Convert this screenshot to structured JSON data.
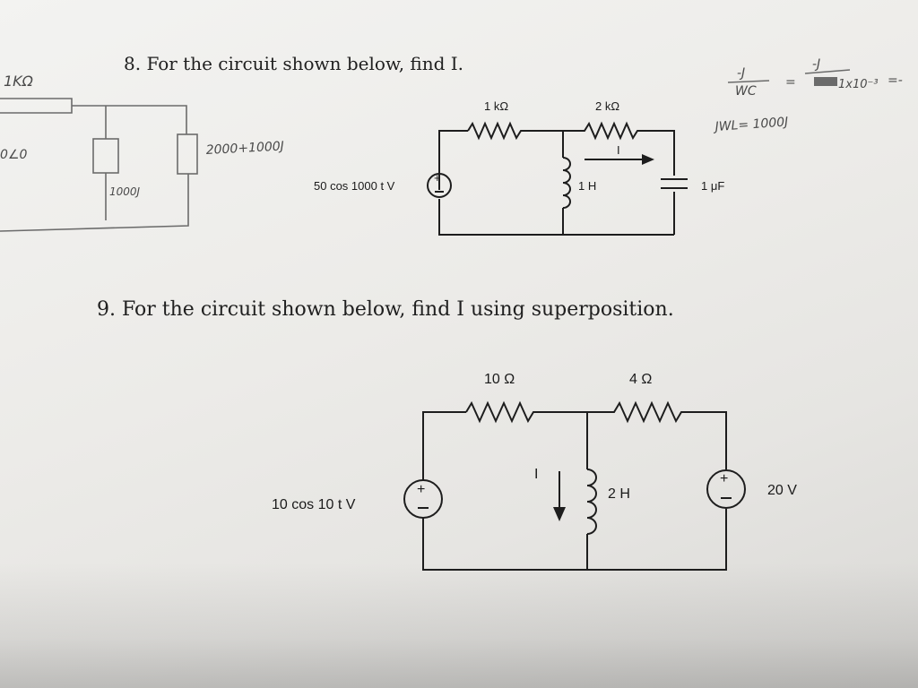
{
  "questions": {
    "q8": "8. For the circuit shown below, find I.",
    "q9": "9. For the circuit shown below, find I using superposition."
  },
  "circuit8": {
    "r1": "1 kΩ",
    "r2": "2 kΩ",
    "inductor": "1 H",
    "capacitor": "1 μF",
    "source": "50 cos 1000 t V",
    "current": "I"
  },
  "circuit9": {
    "r1": "10 Ω",
    "r2": "4 Ω",
    "inductor": "2 H",
    "source_ac": "10 cos 10 t V",
    "source_dc": "20 V",
    "current": "I"
  },
  "handwriting": {
    "res": "1KΩ",
    "angle": "0∠0",
    "z_series": "2000+1000J",
    "z_l": "1000J",
    "jwl": "JWL= 1000J",
    "eq_num": "-J",
    "eq_den": "WC",
    "eq_eq": "=",
    "eq_num2": "-J",
    "eq_den2": "1x10⁻³",
    "eq_tail": "=-"
  }
}
